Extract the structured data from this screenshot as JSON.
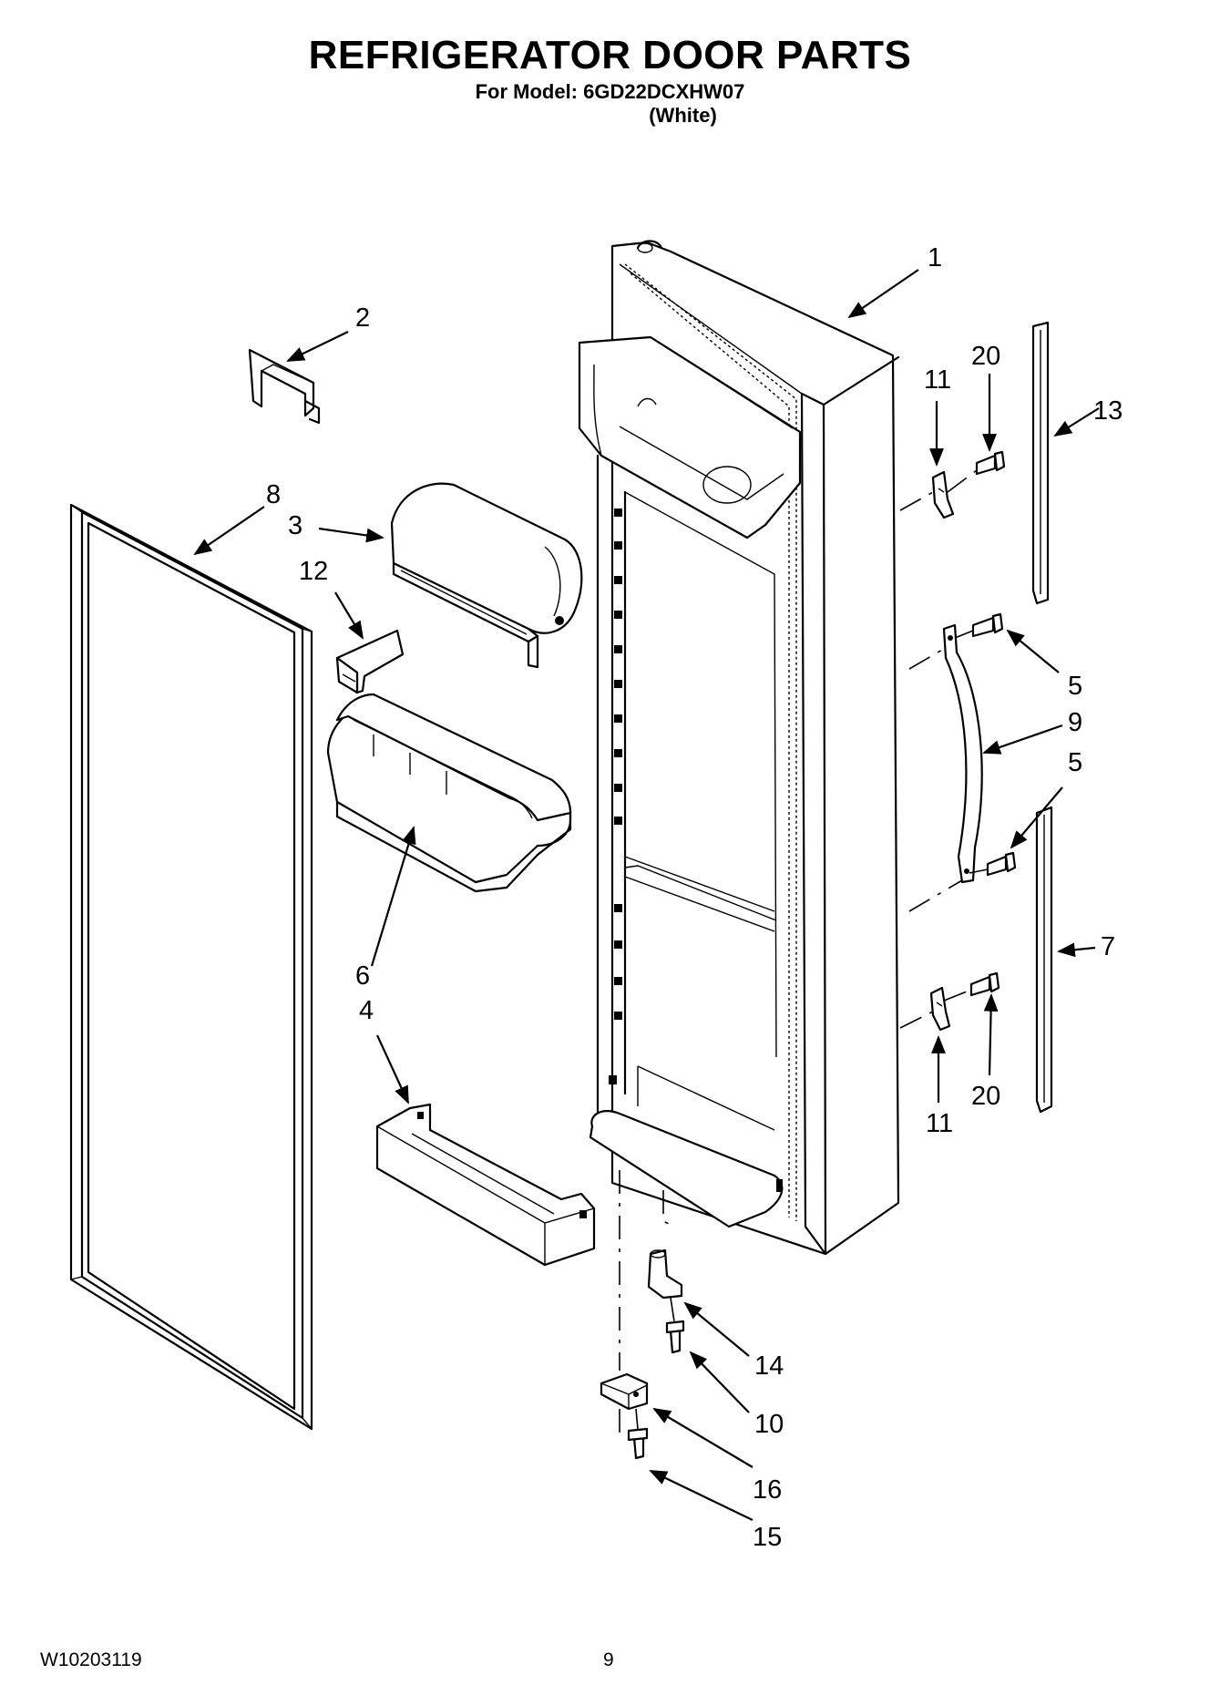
{
  "header": {
    "title": "REFRIGERATOR DOOR PARTS",
    "model_line": "For Model: 6GD22DCXHW07",
    "color_line": "(White)"
  },
  "footer": {
    "doc_number": "W10203119",
    "page_number": "9"
  },
  "callouts": {
    "c1": "1",
    "c2": "2",
    "c3": "3",
    "c4": "4",
    "c5a": "5",
    "c5b": "5",
    "c6": "6",
    "c7": "7",
    "c8": "8",
    "c9": "9",
    "c10": "10",
    "c11a": "11",
    "c11b": "11",
    "c12": "12",
    "c13": "13",
    "c14": "14",
    "c15": "15",
    "c16": "16",
    "c20a": "20",
    "c20b": "20"
  }
}
